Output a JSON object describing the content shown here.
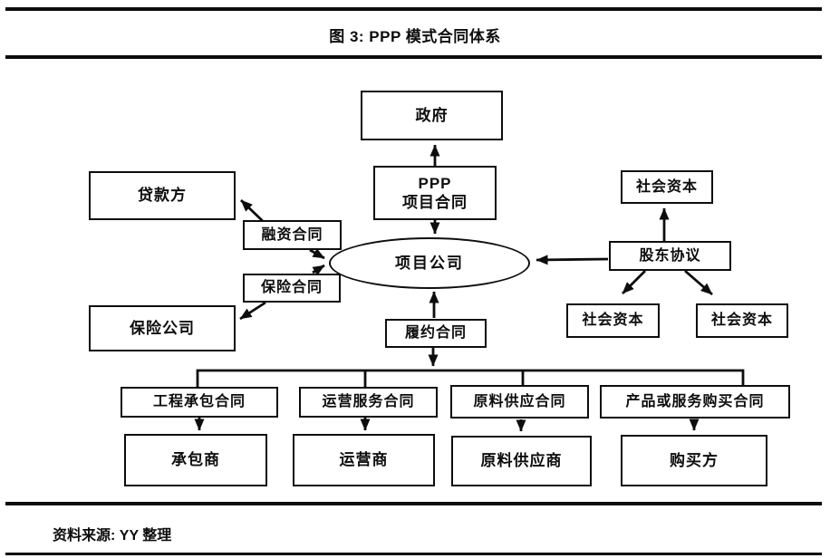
{
  "colors": {
    "ink": "#0d0d0d",
    "background": "#ffffff"
  },
  "header": {
    "title": "图 3: PPP 模式合同体系"
  },
  "footer": {
    "source": "资料来源: YY 整理"
  },
  "diagram": {
    "nodes": {
      "government": "政府",
      "ppp_line1": "PPP",
      "ppp_line2": "项目合同",
      "project_company": "项目公司",
      "lender": "贷款方",
      "financing_contract": "融资合同",
      "insurance_contract": "保险合同",
      "insurance_company": "保险公司",
      "social_capital_top": "社会资本",
      "shareholder_agreement": "股东协议",
      "social_capital_left": "社会资本",
      "social_capital_right": "社会资本",
      "performance_contract": "履约合同",
      "construction_contract": "工程承包合同",
      "operation_service_contract": "运营服务合同",
      "material_supply_contract": "原料供应合同",
      "purchase_contract": "产品或服务购买合同",
      "contractor": "承包商",
      "operator": "运营商",
      "material_supplier": "原料供应商",
      "buyer": "购买方"
    }
  }
}
